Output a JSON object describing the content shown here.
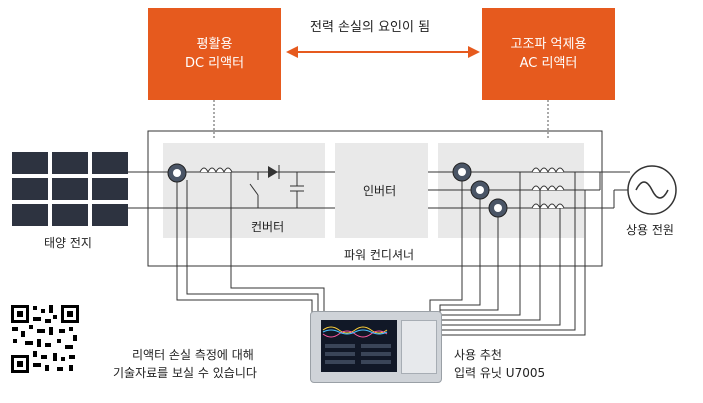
{
  "top_left_box": {
    "line1": "평활용",
    "line2": "DC 리액터"
  },
  "top_right_box": {
    "line1": "고조파 억제용",
    "line2": "AC 리액터"
  },
  "arrow_caption": "전력 손실의 요인이 됨",
  "solar_label": "태양 전지",
  "converter_label": "컨버터",
  "inverter_label": "인버터",
  "power_conditioner_label": "파워 컨디셔너",
  "grid_label": "상용 전원",
  "qr_caption": {
    "line1": "리액터 손실 측정에 대해",
    "line2": "기술자료를 보실 수 있습니다"
  },
  "meter_caption": {
    "line1": "사용 추천",
    "line2": "입력 유닛 U7005"
  },
  "colors": {
    "accent": "#e65a1e",
    "panel": "#e9e9e9",
    "line": "#333333"
  }
}
